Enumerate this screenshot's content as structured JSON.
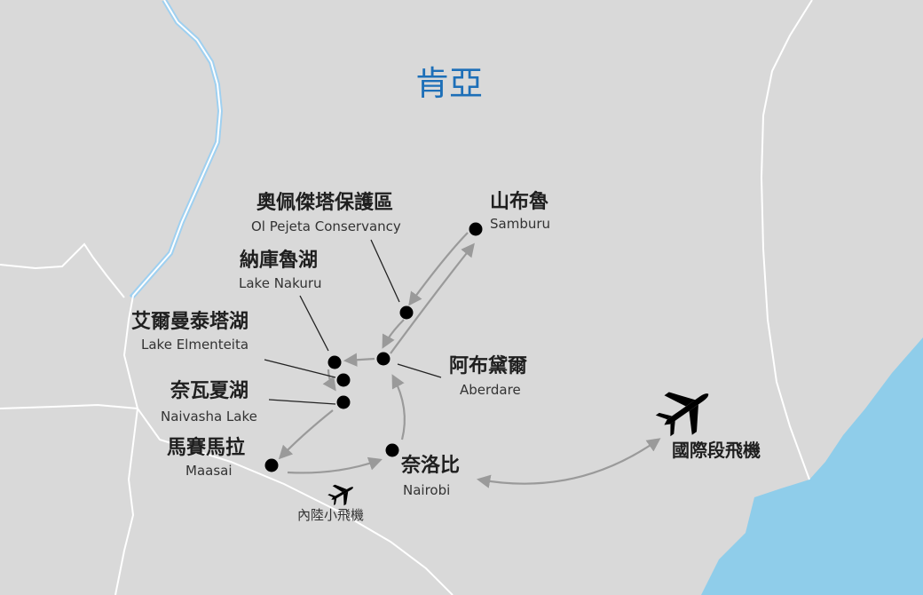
{
  "map": {
    "title": "肯亞",
    "colors": {
      "land": "#d9d9d9",
      "border": "#ffffff",
      "sea": "#8fcdea",
      "river": "#9fd0f0",
      "route": "#9a9a9a",
      "marker": "#000000",
      "title": "#1d6fb8"
    },
    "places": [
      {
        "id": "samburu",
        "zh": "山布魯",
        "en": "Samburu"
      },
      {
        "id": "olpejeta",
        "zh": "奧佩傑塔保護區",
        "en": "Ol Pejeta Conservancy"
      },
      {
        "id": "nakuru",
        "zh": "納庫魯湖",
        "en": "Lake Nakuru"
      },
      {
        "id": "elmenteita",
        "zh": "艾爾曼泰塔湖",
        "en": "Lake Elmenteita"
      },
      {
        "id": "naivasha",
        "zh": "奈瓦夏湖",
        "en": "Naivasha Lake"
      },
      {
        "id": "aberdare",
        "zh": "阿布黛爾",
        "en": "Aberdare"
      },
      {
        "id": "maasai",
        "zh": "馬賽馬拉",
        "en": "Maasai"
      },
      {
        "id": "nairobi",
        "zh": "奈洛比",
        "en": "Nairobi"
      }
    ],
    "legend": {
      "domestic_flight": "內陸小飛機",
      "international_flight": "國際段飛機"
    },
    "icons": [
      "airplane-icon"
    ]
  }
}
